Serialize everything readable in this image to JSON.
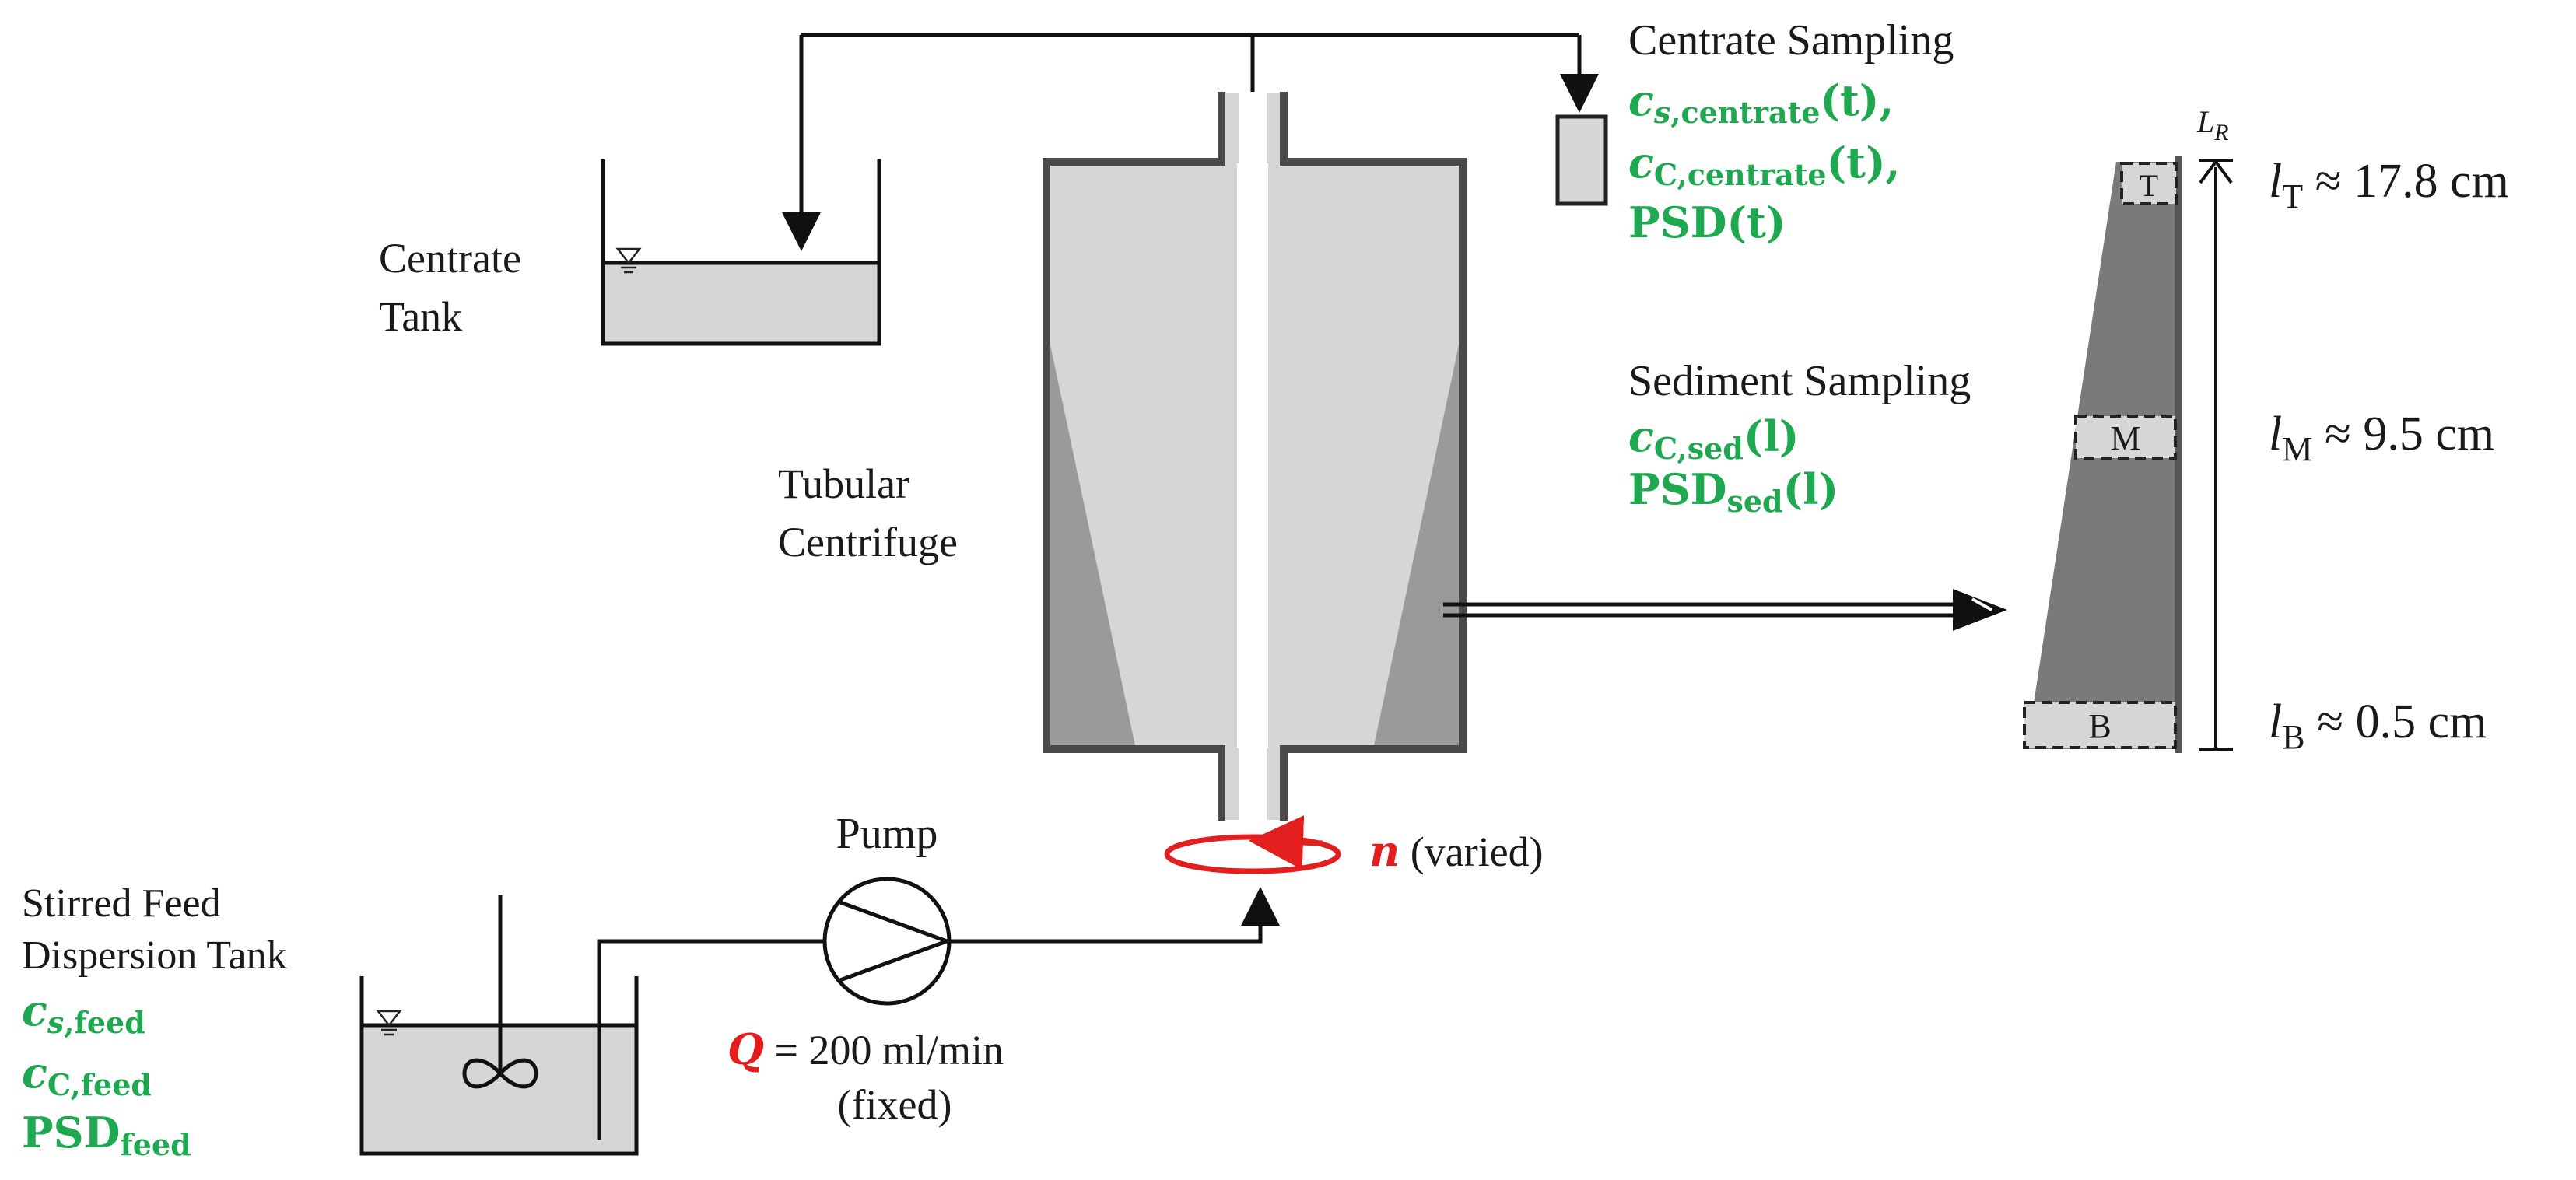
{
  "labels": {
    "centrate_sampling": "Centrate Sampling",
    "centrate_tank_1": "Centrate",
    "centrate_tank_2": "Tank",
    "tubular_1": "Tubular",
    "tubular_2": "Centrifuge",
    "sediment_sampling": "Sediment Sampling",
    "pump": "Pump",
    "feed_tank_1": "Stirred Feed",
    "feed_tank_2": "Dispersion Tank"
  },
  "centrate_measurements": {
    "cs_var": "c",
    "cs_sub": "s,centrate",
    "cs_arg": "(t),",
    "cc_var": "c",
    "cc_sub": "C,centrate",
    "cc_arg": "(t),",
    "psd_var": "PSD",
    "psd_arg": "(t)"
  },
  "sediment_measurements": {
    "cc_var": "c",
    "cc_sub": "C,sed",
    "cc_arg": "(l)",
    "psd_var": "PSD",
    "psd_sub": "sed",
    "psd_arg": "(l)"
  },
  "feed_measurements": {
    "cs_var": "c",
    "cs_sub": "s,feed",
    "cc_var": "c",
    "cc_sub": "C,feed",
    "psd_var": "PSD",
    "psd_sub": "feed"
  },
  "pump_settings": {
    "q_symbol": "Q",
    "q_value": " = 200 ml/min",
    "q_note": "(fixed)"
  },
  "rotation": {
    "n_symbol": "n",
    "n_note": " (varied)"
  },
  "sediment_positions": {
    "length_symbol": "L",
    "length_sub": "R",
    "top_box": "T",
    "middle_box": "M",
    "bottom_box": "B",
    "top_var": "l",
    "top_sub": "T",
    "top_value": " ≈ 17.8 cm",
    "middle_var": "l",
    "middle_sub": "M",
    "middle_value": " ≈ 9.5 cm",
    "bottom_var": "l",
    "bottom_sub": "B",
    "bottom_value": " ≈ 0.5 cm"
  },
  "colors": {
    "measurement_green": "#1ea84f",
    "parameter_red": "#e31e1e",
    "liquid_grey": "#d6d6d6",
    "sediment_grey": "#7a7a7a"
  }
}
